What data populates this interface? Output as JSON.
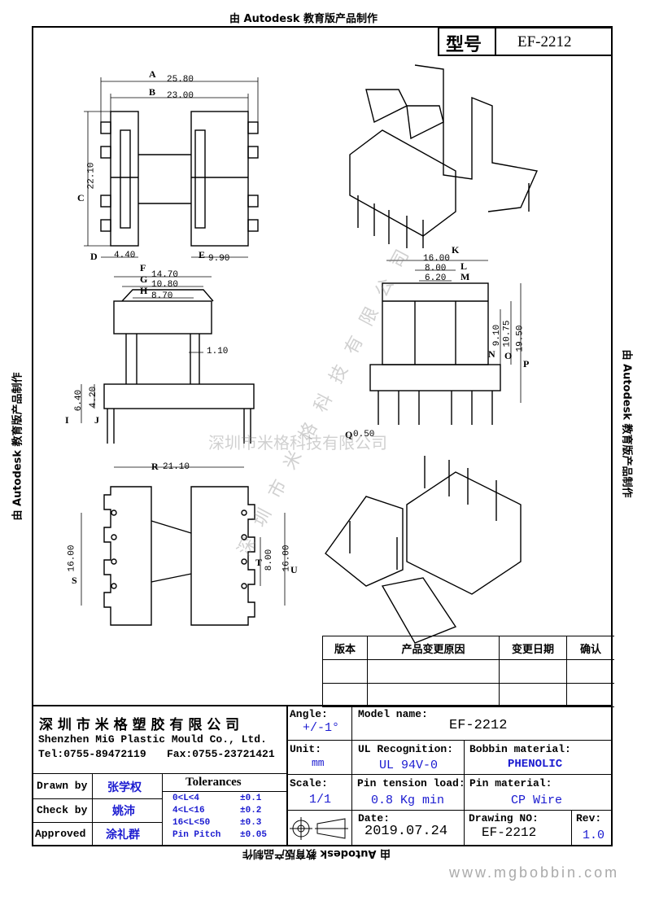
{
  "banner": "由 Autodesk 教育版产品制作",
  "title_block_top": {
    "label": "型号",
    "value": "EF-2212"
  },
  "dims": {
    "A": "A",
    "A_val": "25.80",
    "B": "B",
    "B_val": "23.00",
    "C": "C",
    "C_val": "22.10",
    "D": "D",
    "D_val": "4.40",
    "E": "E",
    "E_val": "9.90",
    "F": "F",
    "F_val": "14.70",
    "G": "G",
    "G_val": "10.80",
    "H": "H",
    "H_val": "8.70",
    "k110": "1.10",
    "I": "I",
    "I_val": "6.40",
    "J": "J",
    "J_val": "4.20",
    "K": "K",
    "K_val": "16.00",
    "L": "L",
    "L_val": "8.00",
    "M": "M",
    "M_val": "6.20",
    "N": "N",
    "N_val": "9.10",
    "O": "O",
    "O_val": "10.75",
    "P": "P",
    "P_val": "19.50",
    "Q": "Q",
    "Q_val": "0.50",
    "R": "R",
    "R_val": "21.10",
    "S": "S",
    "S_val": "16.00",
    "T": "T",
    "T_val": "8.00",
    "U": "U",
    "U_val": "16.00"
  },
  "watermark": "深圳市米格科技有限公司",
  "revision_table": {
    "headers": [
      "版本",
      "产品变更原因",
      "变更日期",
      "确认"
    ]
  },
  "company": {
    "name_cn": "深 圳 市 米 格 塑 胶 有 限 公 司",
    "name_en": "Shenzhen MiG Plastic Mould Co., Ltd.",
    "tel": "Tel:0755-89472119",
    "fax": "Fax:0755-23721421"
  },
  "people": {
    "drawn_label": "Drawn by",
    "drawn_value": "张学权",
    "check_label": "Check by",
    "check_value": "姚沛",
    "approved_label": "Approved",
    "approved_value": "涂礼群"
  },
  "tolerances": {
    "title": "Tolerances",
    "rows": [
      {
        "range": "0<L<4",
        "value": "±0.1"
      },
      {
        "range": "4<L<16",
        "value": "±0.2"
      },
      {
        "range": "16<L<50",
        "value": "±0.3"
      },
      {
        "range": "Pin Pitch",
        "value": "±0.05"
      }
    ]
  },
  "fields": {
    "angle_label": "Angle:",
    "angle_value": "+/-1°",
    "unit_label": "Unit:",
    "unit_value": "mm",
    "scale_label": "Scale:",
    "scale_value": "1/1",
    "model_label": "Model name:",
    "model_value": "EF-2212",
    "ul_label": "UL Recognition:",
    "ul_value": "UL 94V-0",
    "bobbin_label": "Bobbin material:",
    "bobbin_value": "PHENOLIC",
    "pin_tension_label": "Pin tension load:",
    "pin_tension_value": "0.8 Kg min",
    "pin_material_label": "Pin material:",
    "pin_material_value": "CP Wire",
    "date_label": "Date:",
    "date_value": "2019.07.24",
    "drawing_no_label": "Drawing NO:",
    "drawing_no_value": "EF-2212",
    "rev_label": "Rev:",
    "rev_value": "1.0"
  },
  "website": "www.mgbobbin.com",
  "colors": {
    "accent_blue": "#1a1ad0",
    "watermark_gray": "#9a9a9a"
  }
}
